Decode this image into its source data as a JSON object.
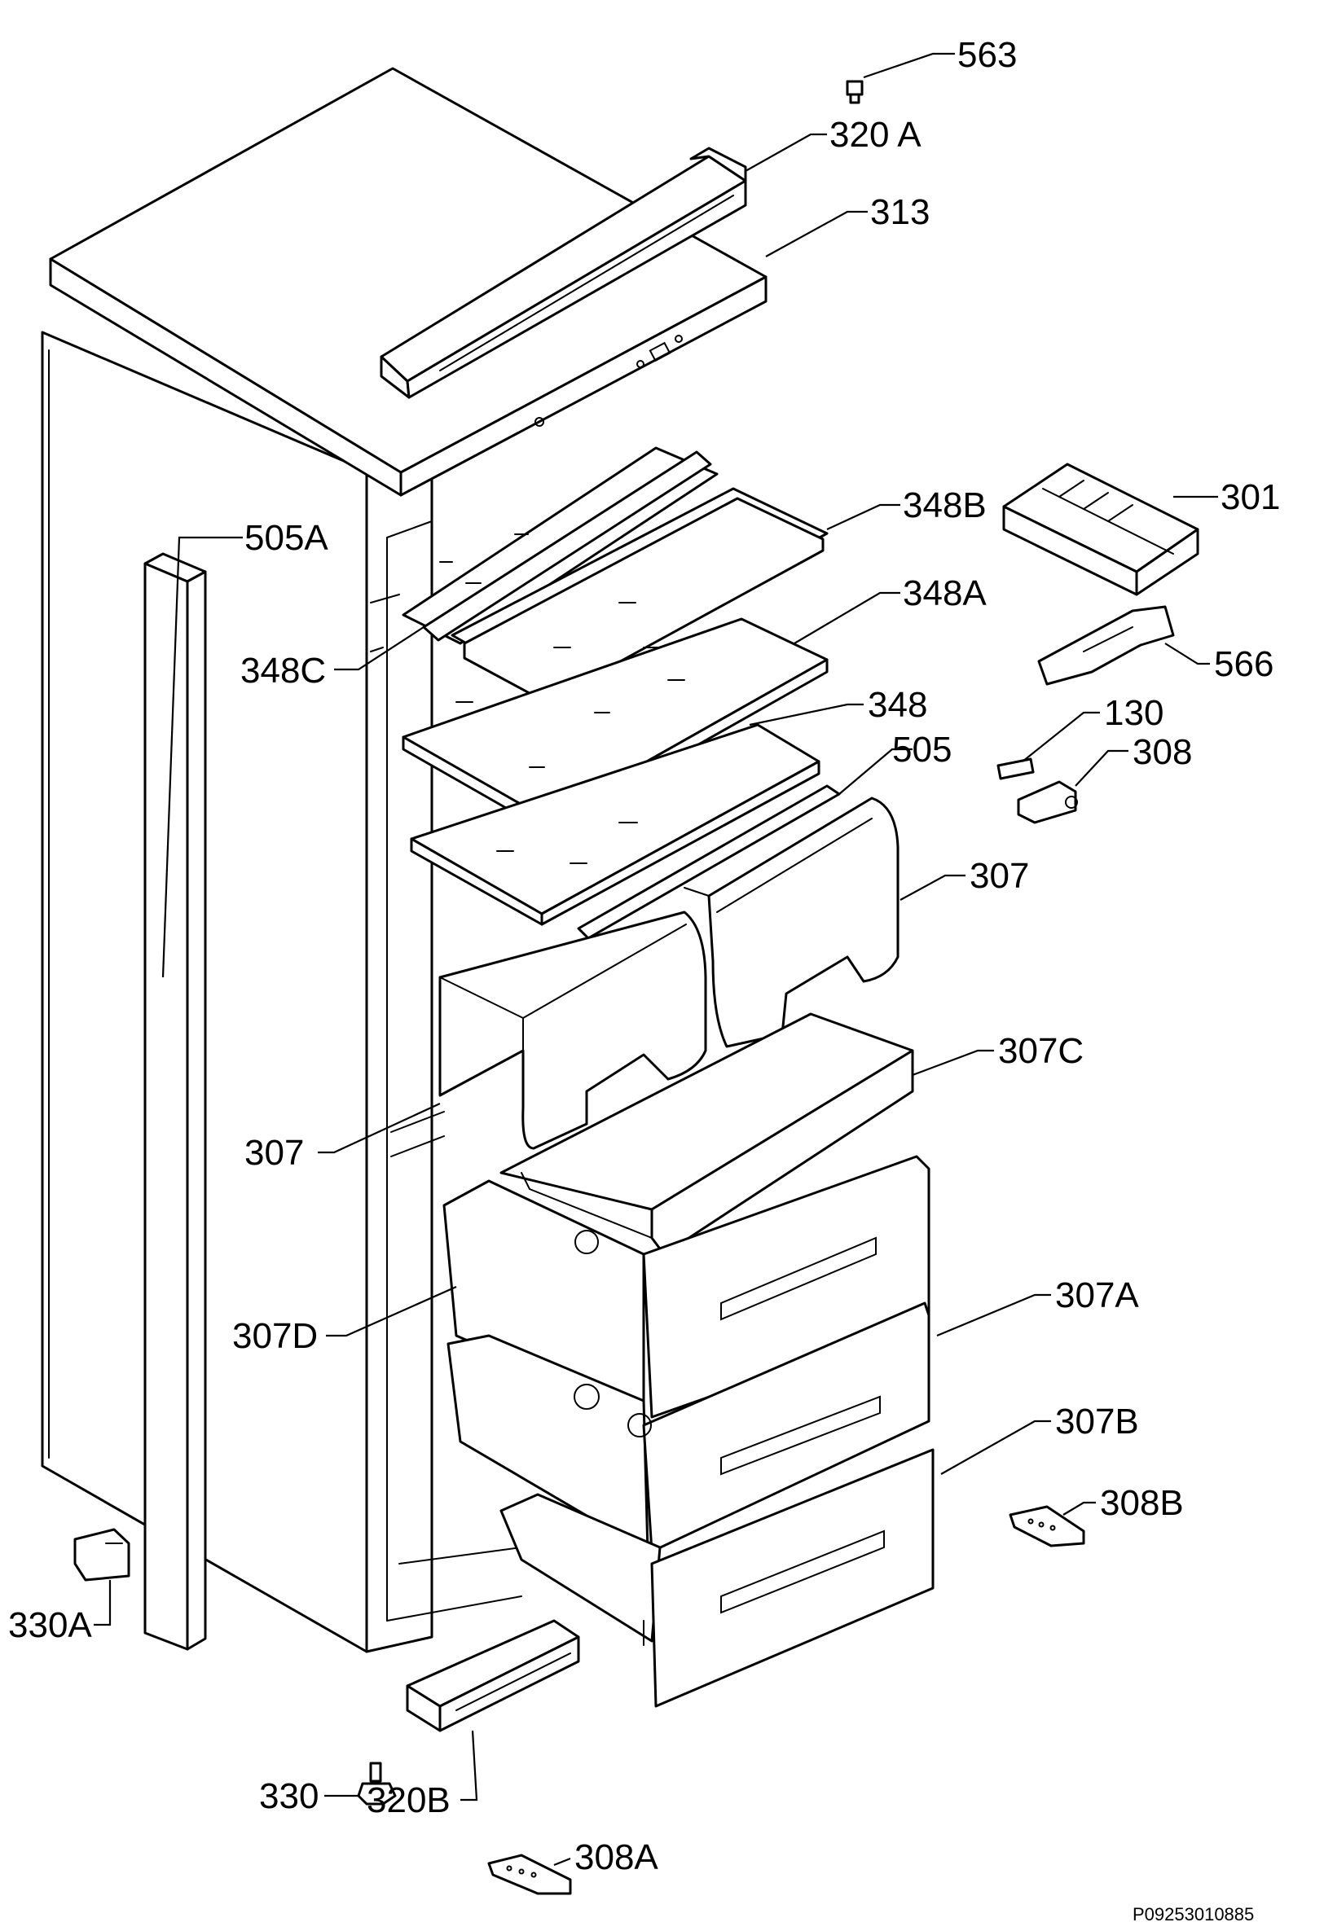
{
  "diagram_code": "P09253010885",
  "labels": {
    "l563": "563",
    "l320a": "320 A",
    "l313": "313",
    "l301": "301",
    "l505a": "505A",
    "l348b": "348B",
    "l348a": "348A",
    "l348c": "348C",
    "l566": "566",
    "l130": "130",
    "l348": "348",
    "l308": "308",
    "l505": "505",
    "l307_right": "307",
    "l307c": "307C",
    "l307_left": "307",
    "l307a": "307A",
    "l307d": "307D",
    "l307b": "307B",
    "l308b": "308B",
    "l330a": "330A",
    "l330": "330",
    "l320b": "320B",
    "l308a": "308A"
  }
}
